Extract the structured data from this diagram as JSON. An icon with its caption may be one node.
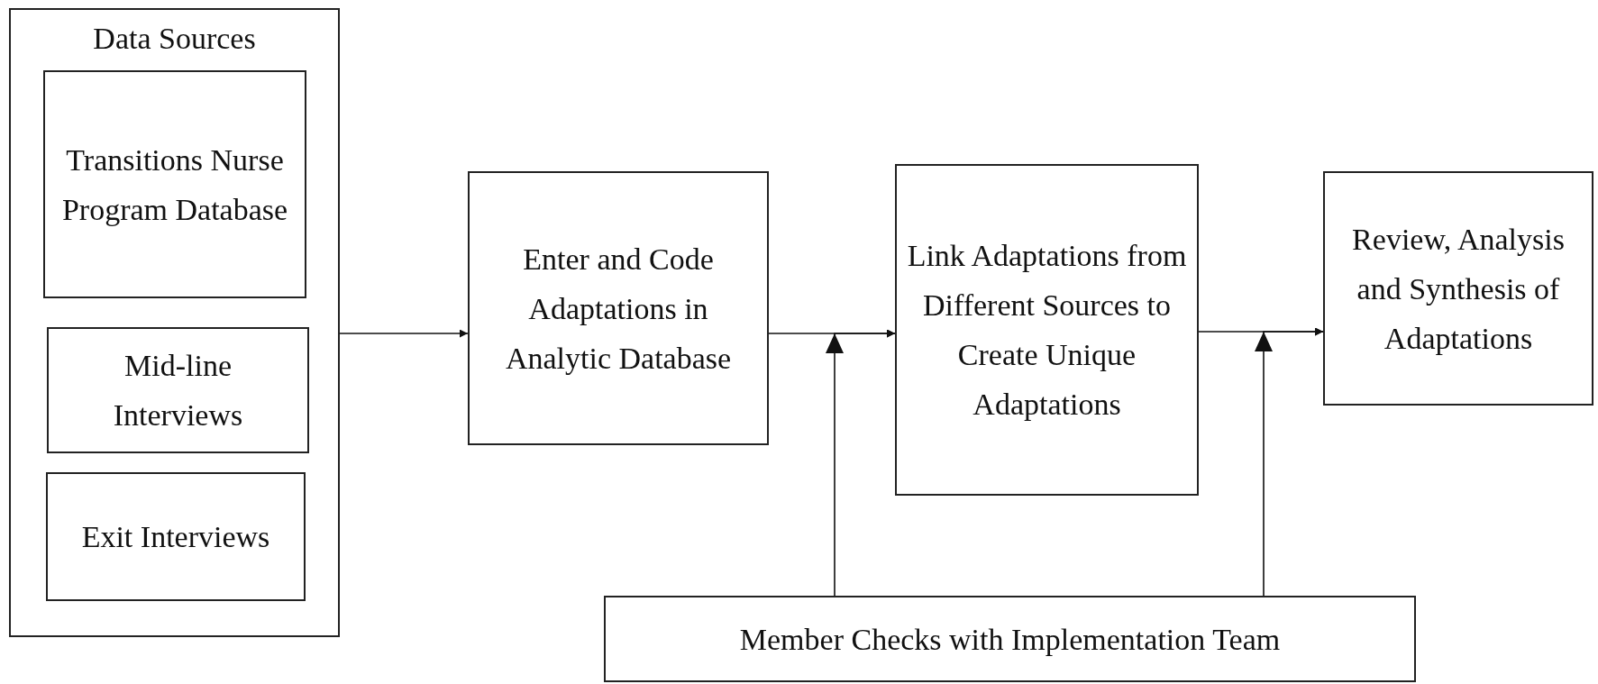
{
  "diagram": {
    "nodes": [
      {
        "text": [
          "Data Sources"
        ]
      },
      {
        "text": [
          "Transitions Nurse Program Database"
        ],
        "in": 0
      },
      {
        "text": [
          "Mid-line Interviews"
        ],
        "in": 0
      },
      {
        "text": [
          "Exit Interviews"
        ],
        "in": 0
      },
      {
        "text": [
          "Enter and Code Adaptations in Analytic Database"
        ]
      },
      {
        "text": [
          "Link Adaptations from Different Sources to Create Unique Adaptations"
        ]
      },
      {
        "text": [
          "Review, Analysis and Synthesis of Adaptations"
        ]
      },
      {
        "text": [
          "Member Checks with Implementation Team"
        ]
      }
    ],
    "edges": [
      {
        "from": 0,
        "to": 4,
        "arrow": "to"
      },
      {
        "from": 4,
        "to": 5,
        "arrow": "to"
      },
      {
        "from": 5,
        "to": 6,
        "arrow": "to"
      },
      {
        "from": 7,
        "to": 5,
        "arrow": "to"
      },
      {
        "from": 7,
        "to": 6,
        "arrow": "to"
      }
    ]
  }
}
